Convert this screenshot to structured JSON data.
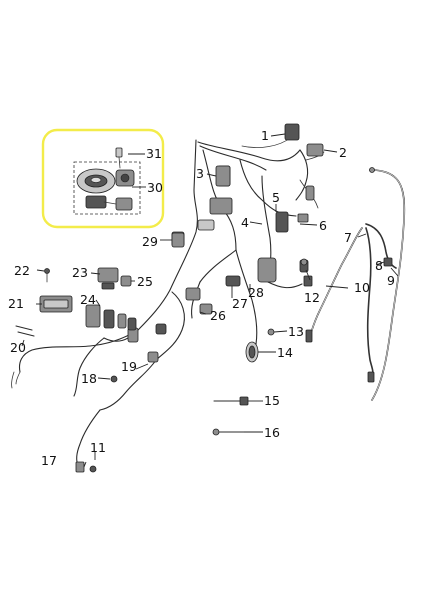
{
  "diagram": {
    "part_numbers": [
      "1",
      "2",
      "3",
      "4",
      "5",
      "6",
      "7",
      "8",
      "9",
      "10",
      "11",
      "12",
      "13",
      "14",
      "15",
      "16",
      "17",
      "18",
      "19",
      "20",
      "21",
      "22",
      "23",
      "24",
      "25",
      "26",
      "27",
      "28",
      "29",
      "30",
      "31"
    ],
    "highlight_color": "#f3ec4a",
    "line_color": "#222222",
    "part_fill": "#8d8d8d"
  }
}
